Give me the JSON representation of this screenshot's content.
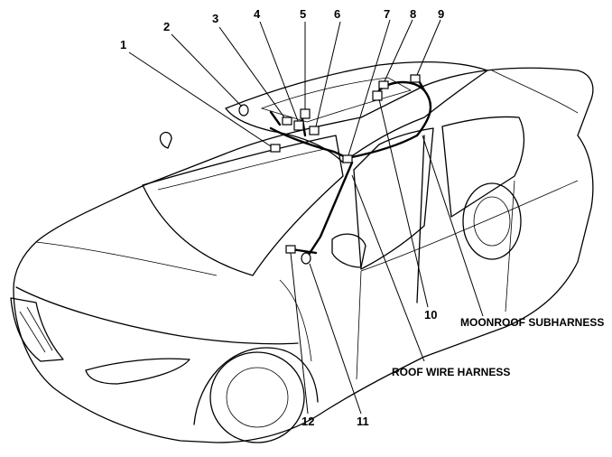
{
  "callouts": [
    "1",
    "2",
    "3",
    "4",
    "5",
    "6",
    "7",
    "8",
    "9",
    "10",
    "11",
    "12"
  ],
  "labels": {
    "moonroof_subharness": "MOONROOF SUBHARNESS",
    "roof_wire_harness": "ROOF WIRE HARNESS"
  },
  "colors": {
    "line": "#000000",
    "background": "#ffffff"
  }
}
